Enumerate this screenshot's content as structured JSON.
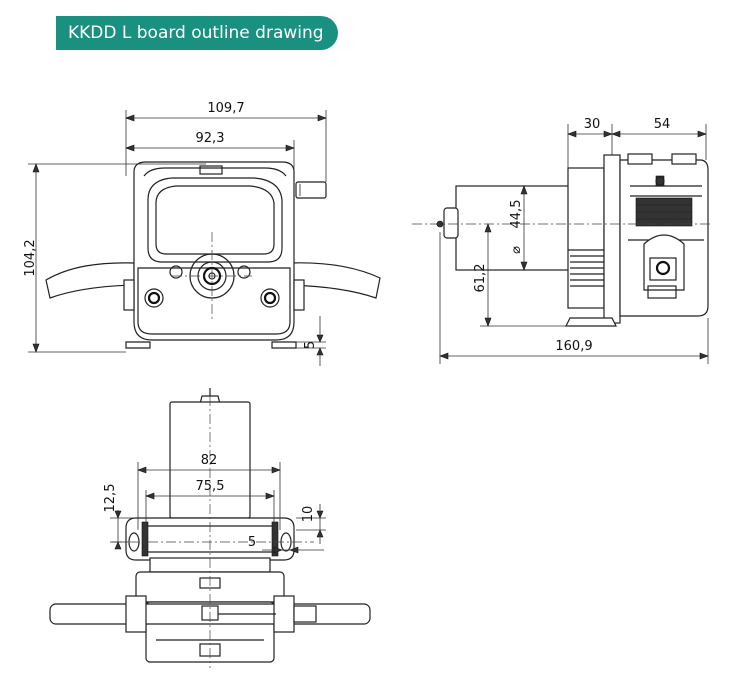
{
  "header": {
    "title": "KKDD L board outline drawing"
  },
  "colors": {
    "accent": "#1a9180",
    "line": "#222222",
    "background": "#ffffff"
  },
  "front_view": {
    "dim_overall_width": "109,7",
    "dim_body_width": "92,3",
    "dim_height": "104,2",
    "dim_foot": "5"
  },
  "side_view": {
    "dim_a": "30",
    "dim_b": "54",
    "dim_diameter_symbol": "⌀",
    "dim_diameter": "44,5",
    "dim_shaft_height": "61,2",
    "dim_length": "160,9"
  },
  "bottom_view": {
    "dim_hole_spacing": "82",
    "dim_inner_spacing": "75,5",
    "dim_bracket": "12,5",
    "dim_ten": "10",
    "dim_five": "5"
  }
}
